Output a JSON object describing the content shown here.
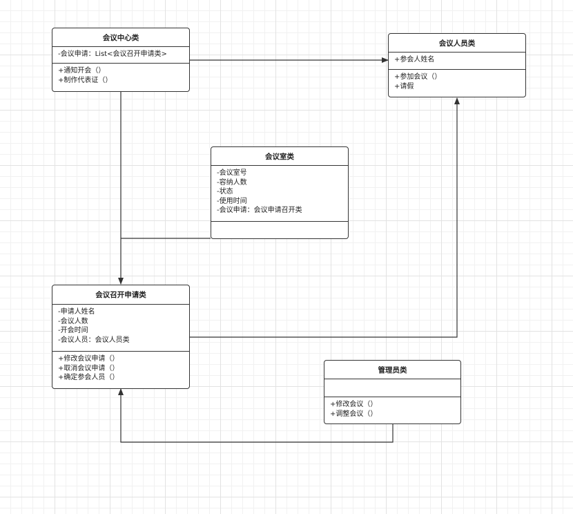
{
  "diagram": {
    "classes": {
      "meeting_center": {
        "name": "会议中心类",
        "attributes": [
          "-会议申请：List<会议召开申请类>"
        ],
        "methods": [
          "+通知开会（）",
          "+制作代表证（）"
        ]
      },
      "attendee": {
        "name": "会议人员类",
        "attributes": [
          "+参会人姓名"
        ],
        "methods": [
          "+参加会议（）",
          "+请假"
        ]
      },
      "meeting_room": {
        "name": "会议室类",
        "attributes": [
          "-会议室号",
          "-容纳人数",
          "-状态",
          "-使用时间",
          "-会议申请：会议申请召开类"
        ],
        "methods": []
      },
      "meeting_application": {
        "name": "会议召开申请类",
        "attributes": [
          "-申请人姓名",
          "-会议人数",
          "-开会时间",
          "-会议人员：会议人员类"
        ],
        "methods": [
          "+修改会议申请（）",
          "+取消会议申请（）",
          "+确定参会人员（）"
        ]
      },
      "administrator": {
        "name": "管理员类",
        "attributes": [],
        "methods": [
          "+修改会议（）",
          "+调整会议（）"
        ]
      }
    },
    "relations": [
      {
        "from": "meeting_center",
        "to": "attendee",
        "arrow": "filled"
      },
      {
        "from": "meeting_center",
        "to": "meeting_application",
        "arrow": "filled"
      },
      {
        "from": "meeting_room",
        "to": "meeting_application",
        "arrow": "none"
      },
      {
        "from": "meeting_application",
        "to": "attendee",
        "arrow": "filled"
      },
      {
        "from": "administrator",
        "to": "meeting_application",
        "arrow": "filled"
      }
    ],
    "colors": {
      "stroke": "#333333",
      "background": "#ffffff",
      "grid": "#e2e2e2"
    }
  }
}
